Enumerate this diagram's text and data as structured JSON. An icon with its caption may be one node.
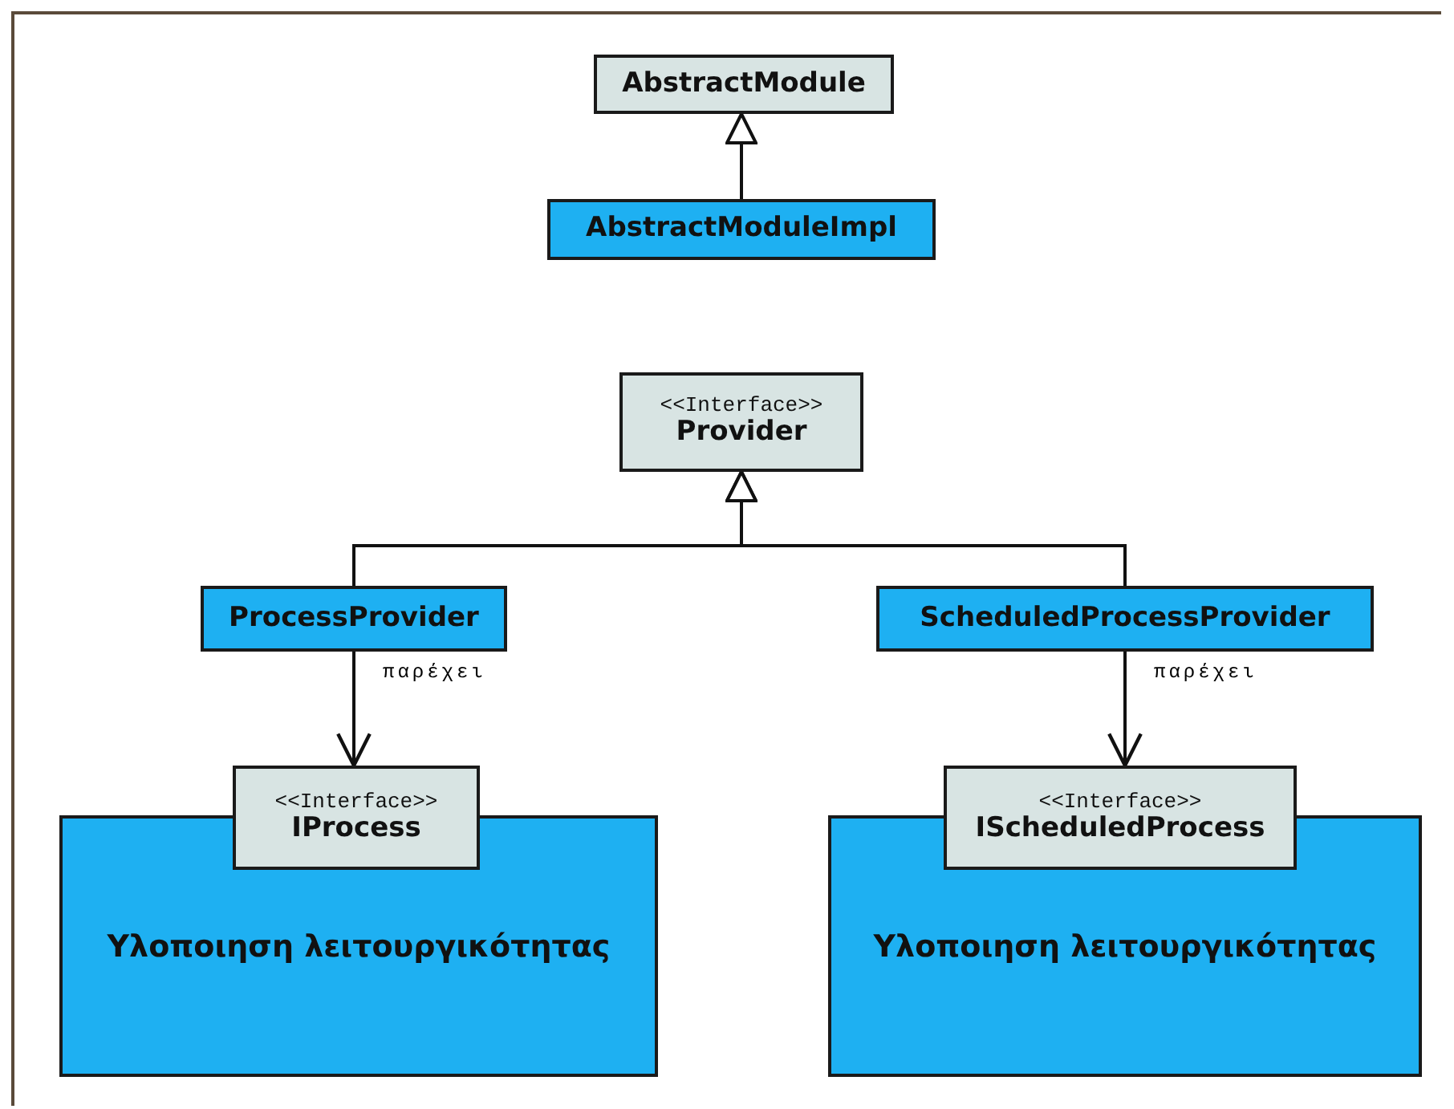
{
  "diagram": {
    "nodes": [
      {
        "text": [
          "AbstractModule"
        ]
      },
      {
        "text": [
          "AbstractModuleImpl"
        ]
      },
      {
        "text": [
          "<<Interface>>",
          "Provider"
        ]
      },
      {
        "text": [
          "ProcessProvider"
        ]
      },
      {
        "text": [
          "ScheduledProcessProvider"
        ]
      },
      {
        "text": [
          "Υλοποιηση λειτουργικότητας"
        ]
      },
      {
        "text": [
          "<<Interface>>",
          "IProcess"
        ]
      },
      {
        "text": [
          "Υλοποιηση λειτουργικότητας"
        ]
      },
      {
        "text": [
          "<<Interface>>",
          "IScheduledProcess"
        ]
      }
    ],
    "edges": [
      {
        "from": 1,
        "to": 0,
        "arrow": "to"
      },
      {
        "from": 3,
        "to": 2,
        "arrow": "to"
      },
      {
        "from": 4,
        "to": 2,
        "arrow": "to"
      },
      {
        "from": 3,
        "to": 6,
        "arrow": "to",
        "label": "παρέχει"
      },
      {
        "from": 4,
        "to": 8,
        "arrow": "to",
        "label": "παρέχει"
      }
    ]
  }
}
